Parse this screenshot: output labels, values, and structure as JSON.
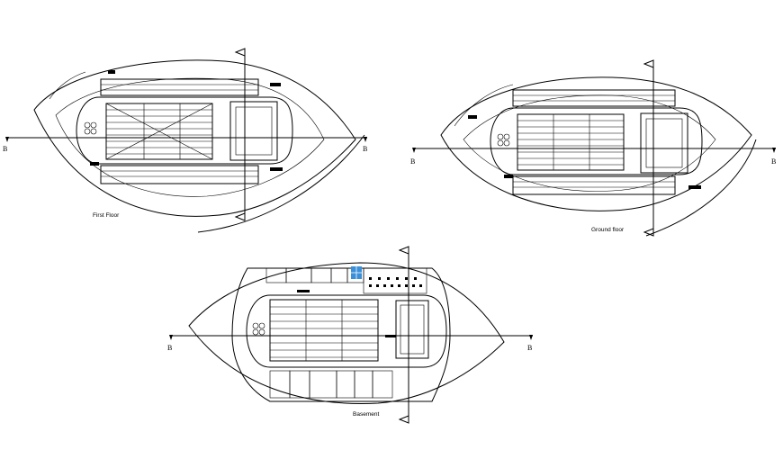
{
  "plans": [
    {
      "name": "first-floor",
      "caption": "First Floor",
      "section_mark": "B"
    },
    {
      "name": "ground-floor",
      "caption": "Ground floor",
      "section_mark": "B"
    },
    {
      "name": "basement",
      "caption": "Basement",
      "section_mark": "B"
    }
  ]
}
